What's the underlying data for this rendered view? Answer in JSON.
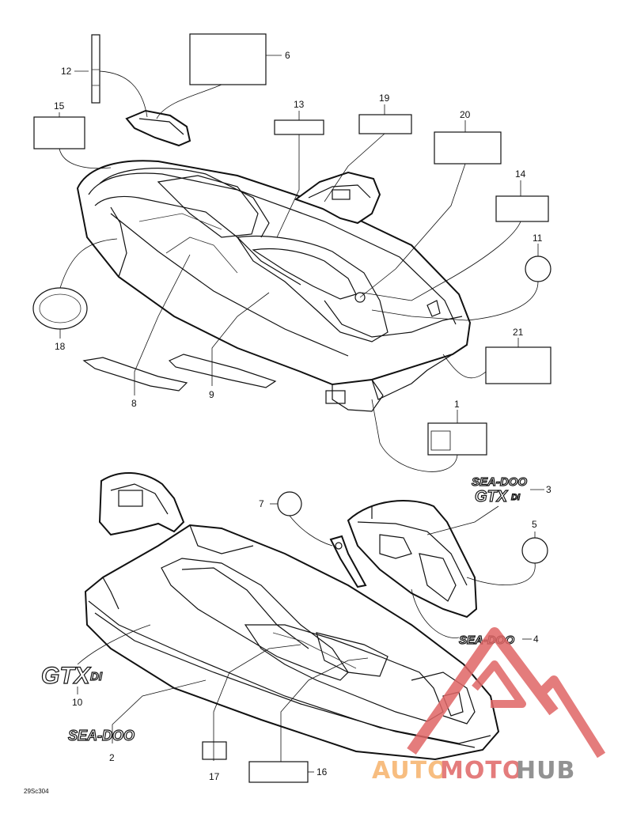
{
  "diagram_code": "29Sc304",
  "callouts": [
    "1",
    "2",
    "3",
    "4",
    "5",
    "6",
    "7",
    "8",
    "9",
    "10",
    "11",
    "12",
    "13",
    "14",
    "15",
    "16",
    "17",
    "18",
    "19",
    "20",
    "21"
  ],
  "decal_text": {
    "seadoo": "SEA-DOO",
    "gtx": "GTX",
    "di": "DI"
  },
  "watermark": {
    "part1": "AUTO",
    "part2": "MOTO",
    "part3": "HUB",
    "color_orange": "#f6b26b",
    "color_red": "#e06666",
    "color_gray": "#7f7f7f"
  }
}
